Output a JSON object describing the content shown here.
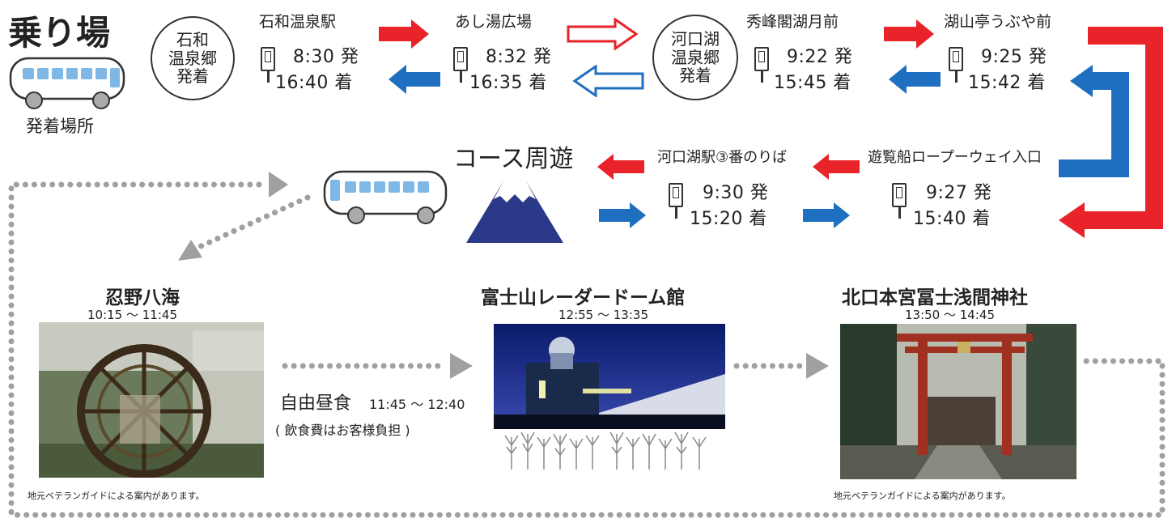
{
  "header": {
    "title": "乗り場",
    "bus_caption": "発着場所"
  },
  "route_top": {
    "ishiwa_circle": [
      "石和",
      "温泉郷",
      "発着"
    ],
    "kawaguchiko_circle": [
      "河口湖",
      "温泉郷",
      "発着"
    ],
    "stops": [
      {
        "name": "石和温泉駅",
        "depart": "8:30 発",
        "arrive": "16:40 着"
      },
      {
        "name": "あし湯広場",
        "depart": "8:32 発",
        "arrive": "16:35 着"
      },
      {
        "name": "秀峰閣湖月前",
        "depart": "9:22 発",
        "arrive": "15:45 着"
      },
      {
        "name": "湖山亭うぶや前",
        "depart": "9:25 発",
        "arrive": "15:42 着"
      }
    ]
  },
  "route_mid": {
    "course_label": "コース周遊",
    "stops": [
      {
        "name": "河口湖駅③番のりば",
        "depart": "9:30 発",
        "arrive": "15:20 着"
      },
      {
        "name": "遊覧船ロープーウェイ入口",
        "depart": "9:27 発",
        "arrive": "15:40 着"
      }
    ]
  },
  "attractions": [
    {
      "title": "忍野八海",
      "time": "10:15 ～ 11:45",
      "caption": "地元ベテランガイドによる案内があります。"
    },
    {
      "title": "富士山レーダードーム館",
      "time": "12:55 ～ 13:35"
    },
    {
      "title": "北口本宮冨士浅間神社",
      "time": "13:50 ～ 14:45",
      "caption": "地元ベテランガイドによる案内があります。"
    }
  ],
  "lunch": {
    "label": "自由昼食",
    "time": "11:45 ～ 12:40",
    "note": "( 飲食費はお客様負担 )"
  },
  "colors": {
    "red": "#e8232a",
    "blue": "#1f6fc0",
    "bus": "#7fb8e6",
    "dots": "#a0a0a0"
  }
}
